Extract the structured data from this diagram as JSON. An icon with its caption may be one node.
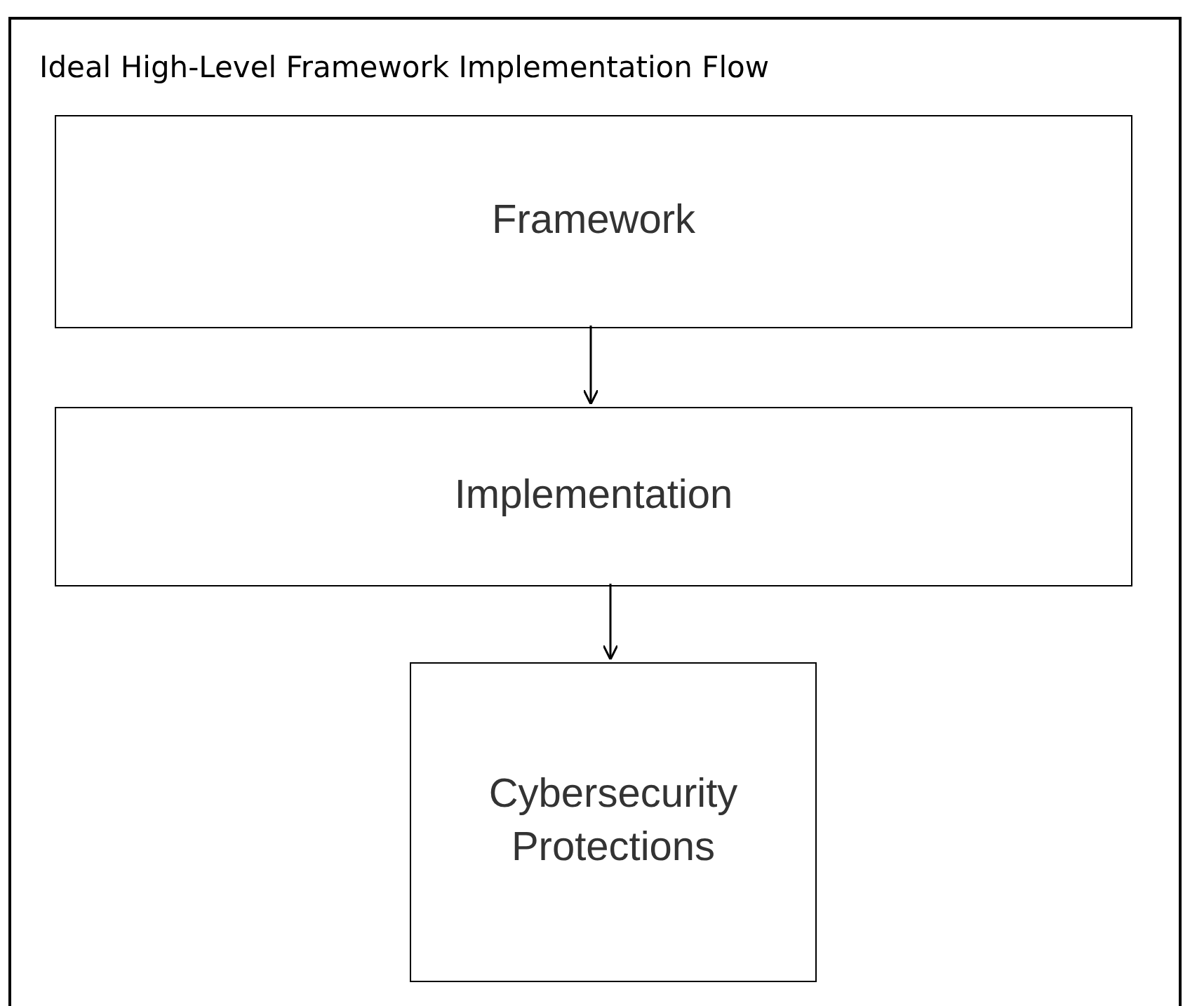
{
  "diagram": {
    "nodes": [
      {
        "text": [
          "Ideal High-Level Framework Implementation Flow"
        ]
      },
      {
        "text": [
          "Framework"
        ],
        "in": 0
      },
      {
        "text": [
          "Implementation"
        ],
        "in": 0
      },
      {
        "text": [
          "Cybersecurity Protections"
        ],
        "in": 0
      }
    ],
    "edges": [
      {
        "from": 1,
        "to": 2,
        "arrow": "to"
      },
      {
        "from": 2,
        "to": 3,
        "arrow": "to"
      }
    ]
  }
}
